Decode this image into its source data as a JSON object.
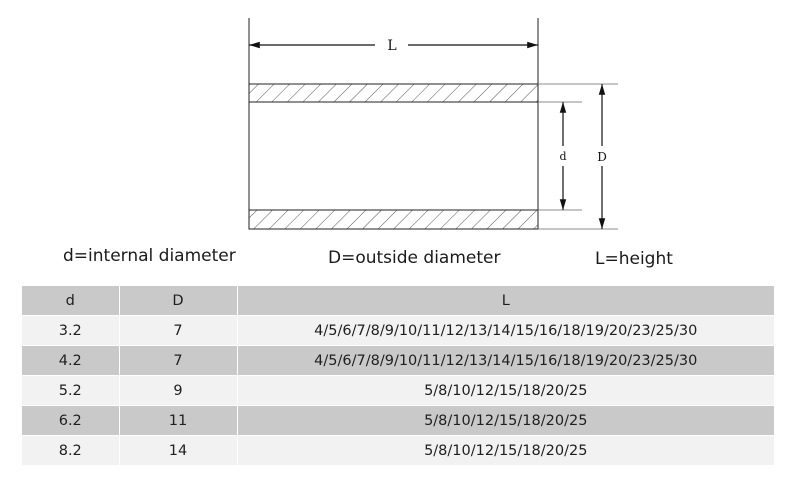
{
  "diagram": {
    "length_label": "L",
    "inner_label": "d",
    "outer_label": "D"
  },
  "legend": {
    "d": "d=internal diameter",
    "D": "D=outside diameter",
    "L": "L=height"
  },
  "table": {
    "headers": [
      "d",
      "D",
      "L"
    ],
    "rows": [
      [
        "3.2",
        "7",
        "4/5/6/7/8/9/10/11/12/13/14/15/16/18/19/20/23/25/30"
      ],
      [
        "4.2",
        "7",
        "4/5/6/7/8/9/10/11/12/13/14/15/16/18/19/20/23/25/30"
      ],
      [
        "5.2",
        "9",
        "5/8/10/12/15/18/20/25"
      ],
      [
        "6.2",
        "11",
        "5/8/10/12/15/18/20/25"
      ],
      [
        "8.2",
        "14",
        "5/8/10/12/15/18/20/25"
      ]
    ]
  }
}
